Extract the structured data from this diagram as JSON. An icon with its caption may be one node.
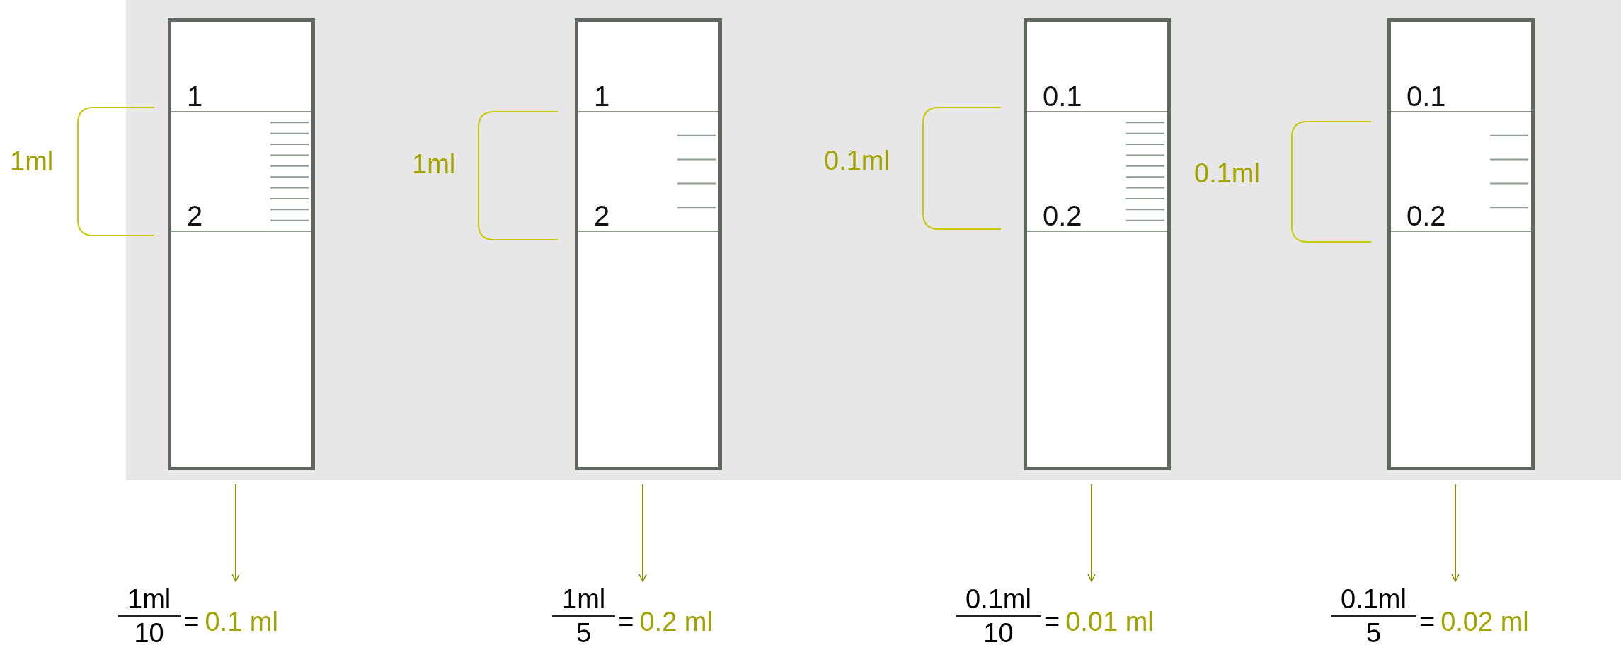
{
  "diagram": {
    "nodes": [
      {
        "text": [
          "1",
          "2"
        ]
      },
      {
        "text": [
          "1",
          "2"
        ]
      },
      {
        "text": [
          "0.1",
          "0.2"
        ]
      },
      {
        "text": [
          "0.1",
          "0.2"
        ]
      },
      {
        "text": [
          "1ml",
          "10",
          "=",
          "0.1 ml"
        ]
      },
      {
        "text": [
          "1ml",
          "5",
          "=",
          "0.2 ml"
        ]
      },
      {
        "text": [
          "0.1ml",
          "10",
          "=",
          "0.01 ml"
        ]
      },
      {
        "text": [
          "0.1ml",
          "5",
          "=",
          "0.02 ml"
        ]
      }
    ],
    "edges": [
      {
        "from": 0,
        "to": 4,
        "arrow": "to"
      },
      {
        "from": 1,
        "to": 5,
        "arrow": "to"
      },
      {
        "from": 2,
        "to": 6,
        "arrow": "to"
      },
      {
        "from": 3,
        "to": 7,
        "arrow": "to"
      }
    ],
    "labels": [
      "1ml",
      "1ml",
      "0.1ml",
      "0.1ml"
    ]
  }
}
